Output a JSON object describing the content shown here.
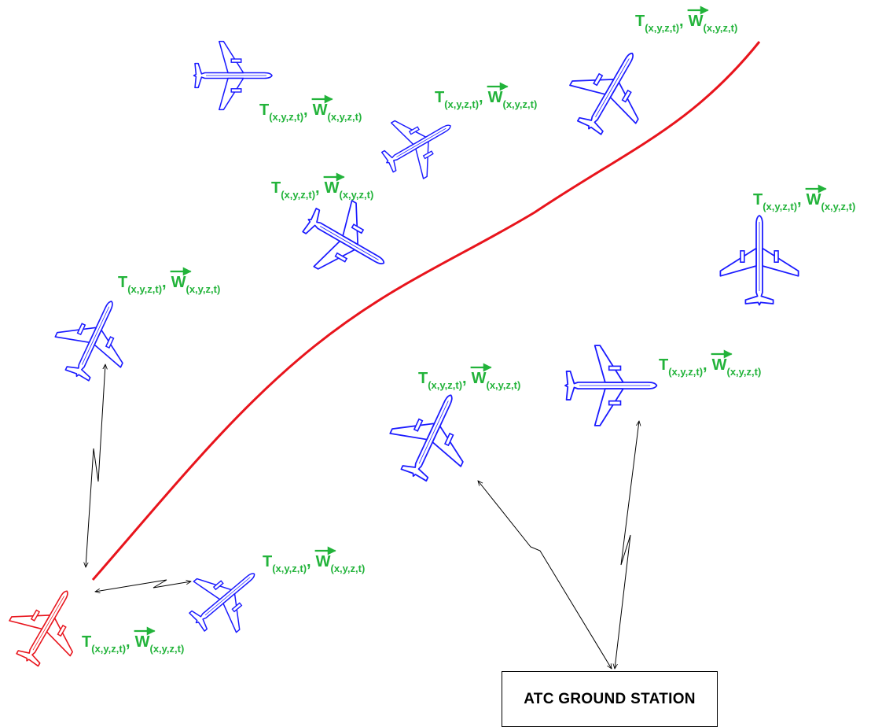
{
  "label": {
    "t": "T",
    "w": "W",
    "sub": "(x,y,z,t)",
    "comma": ","
  },
  "ground_station": {
    "label": "ATC GROUND STATION"
  },
  "aircraft": [
    {
      "id": "ego",
      "role": "own-ship",
      "color": "#e8141c"
    },
    {
      "id": "a1",
      "role": "traffic",
      "color": "#1a1aff"
    },
    {
      "id": "a2",
      "role": "traffic",
      "color": "#1a1aff"
    },
    {
      "id": "a3",
      "role": "traffic",
      "color": "#1a1aff"
    },
    {
      "id": "a4",
      "role": "traffic",
      "color": "#1a1aff"
    },
    {
      "id": "a5",
      "role": "traffic",
      "color": "#1a1aff"
    },
    {
      "id": "a6",
      "role": "traffic",
      "color": "#1a1aff"
    },
    {
      "id": "a7",
      "role": "traffic",
      "color": "#1a1aff"
    },
    {
      "id": "a8",
      "role": "traffic",
      "color": "#1a1aff"
    },
    {
      "id": "a9",
      "role": "traffic",
      "color": "#1a1aff"
    }
  ],
  "colors": {
    "traffic": "#1a1aff",
    "own_ship": "#e8141c",
    "trajectory": "#e8141c",
    "label": "#22b33a",
    "link": "#000000"
  }
}
